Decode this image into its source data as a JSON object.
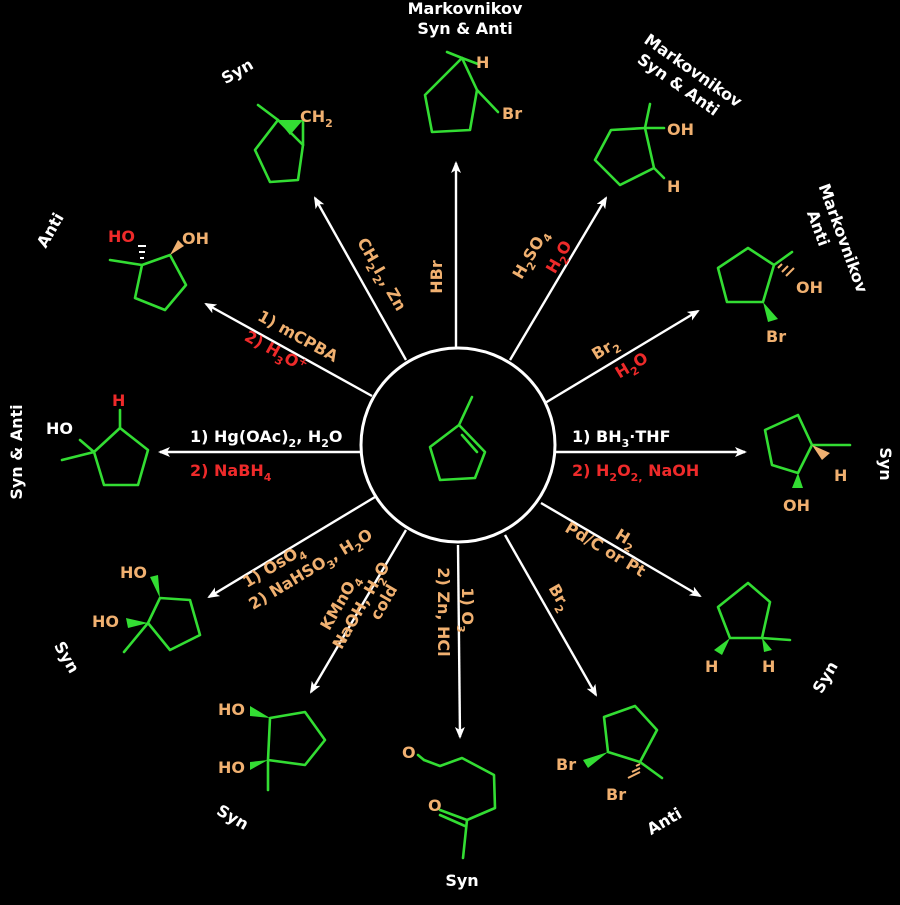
{
  "colors": {
    "background": "#000000",
    "bond": "#33dd33",
    "arrow": "#ffffff",
    "reagent_primary": "#f0b070",
    "reagent_secondary": "#ee2a2a",
    "stereo_wedge_tan": "#f0b070",
    "stereo_wedge_green": "#33dd33",
    "label": "#ffffff"
  },
  "center": {
    "molecule": "1-methylcyclopentene"
  },
  "reactions": [
    {
      "id": "hbr",
      "selectivity": [
        "Markovnikov",
        "Syn & Anti"
      ],
      "reagent_lines": [
        "HBr"
      ],
      "product_atoms": [
        "H",
        "Br"
      ]
    },
    {
      "id": "hydration",
      "selectivity": [
        "Markovnikov",
        "Syn & Anti"
      ],
      "reagent_lines": [
        "H2SO4",
        "H2O"
      ],
      "reagent_display": {
        "line1_main": "H",
        "line1_sub": "2",
        "line1_rest": "SO",
        "line1_sub2": "4",
        "line2_main": "H",
        "line2_sub": "2",
        "line2_rest": "O"
      },
      "product_atoms": [
        "OH",
        "H"
      ]
    },
    {
      "id": "halohydrin",
      "selectivity": [
        "Markovnikov",
        "Anti"
      ],
      "reagent_display": {
        "line1_main": "Br",
        "line1_sub": "2",
        "line2_main": "H",
        "line2_sub": "2",
        "line2_rest": "O"
      },
      "product_atoms": [
        "OH",
        "Br"
      ]
    },
    {
      "id": "hydroboration",
      "selectivity": [
        "Syn"
      ],
      "reagent_display": {
        "line1_a": "1) BH",
        "line1_sub": "3",
        "line1_b": "·THF",
        "line2_a": "2) H",
        "line2_sub": "2",
        "line2_b": "O",
        "line2_sub2": "2,",
        "line2_c": " NaOH"
      },
      "product_atoms": [
        "H",
        "OH"
      ]
    },
    {
      "id": "hydrogenation",
      "selectivity": [
        "Syn"
      ],
      "reagent_display": {
        "line1_main": "H",
        "line1_sub": "2",
        "line2": "Pd/C or Pt"
      },
      "product_atoms": [
        "H",
        "H"
      ]
    },
    {
      "id": "bromination",
      "selectivity": [
        "Anti"
      ],
      "reagent_display": {
        "line1_main": "Br",
        "line1_sub": "2"
      },
      "product_atoms": [
        "Br",
        "Br"
      ]
    },
    {
      "id": "ozonolysis",
      "selectivity": [
        "Syn"
      ],
      "reagent_display": {
        "line1_a": "1) O",
        "line1_sub": "3",
        "line2": "2) Zn, HCl"
      },
      "product_atoms": [
        "O",
        "O"
      ]
    },
    {
      "id": "kmno4",
      "selectivity": [
        "Syn"
      ],
      "reagent_display": {
        "line1_main": "KMnO",
        "line1_sub": "4",
        "line2_a": "NaOH, H",
        "line2_sub": "2",
        "line2_b": "O",
        "line3": "cold"
      },
      "product_atoms": [
        "HO",
        "HO"
      ]
    },
    {
      "id": "oso4",
      "selectivity": [
        "Syn"
      ],
      "reagent_display": {
        "line1_a": "1) OsO",
        "line1_sub": "4",
        "line2_a": "2) NaHSO",
        "line2_sub": "3",
        "line2_b": ", H",
        "line2_sub2": "2",
        "line2_c": "O"
      },
      "product_atoms": [
        "HO",
        "HO"
      ]
    },
    {
      "id": "oxymercuration",
      "selectivity": [
        "Syn & Anti"
      ],
      "reagent_display": {
        "line1_a": "1) Hg(OAc)",
        "line1_sub": "2",
        "line1_b": ", H",
        "line1_sub2": "2",
        "line1_c": "O",
        "line2_a": "2) NaBH",
        "line2_sub": "4"
      },
      "product_atoms": [
        "HO",
        "H"
      ]
    },
    {
      "id": "epoxidation_hydrolysis",
      "selectivity": [
        "Anti"
      ],
      "reagent_display": {
        "line1": "1) mCPBA",
        "line2_a": "2) H",
        "line2_sub": "3",
        "line2_b": "O",
        "line2_sup": "+"
      },
      "product_atoms": [
        "HO",
        "OH"
      ]
    },
    {
      "id": "simmons_smith",
      "selectivity": [
        "Syn"
      ],
      "reagent_display": {
        "line1_a": "CH",
        "line1_sub": "2",
        "line1_b": "I",
        "line1_sub2": "2",
        "line1_c": ", Zn"
      },
      "product_atoms": [
        "CH",
        "2"
      ]
    }
  ]
}
